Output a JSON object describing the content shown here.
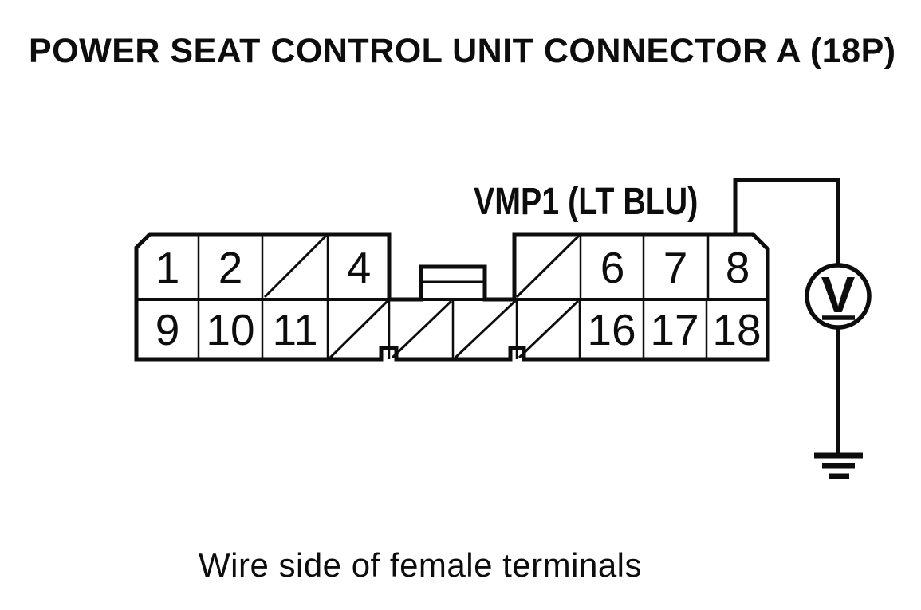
{
  "title": "POWER SEAT CONTROL UNIT CONNECTOR A (18P)",
  "wire_label": "VMP1 (LT BLU)",
  "caption": "Wire side of female terminals",
  "meter": {
    "label": "V"
  },
  "ground": {
    "symbol": "chassis-ground"
  },
  "colors": {
    "ink": "#0d0d0d",
    "background": "#ffffff"
  },
  "connector": {
    "type": "18P",
    "rows": 2,
    "top_row": [
      "1",
      "2",
      "",
      "4",
      "",
      "6",
      "7",
      "8"
    ],
    "bottom_row": [
      "9",
      "10",
      "11",
      "",
      "",
      "",
      "",
      "16",
      "17",
      "18"
    ]
  }
}
